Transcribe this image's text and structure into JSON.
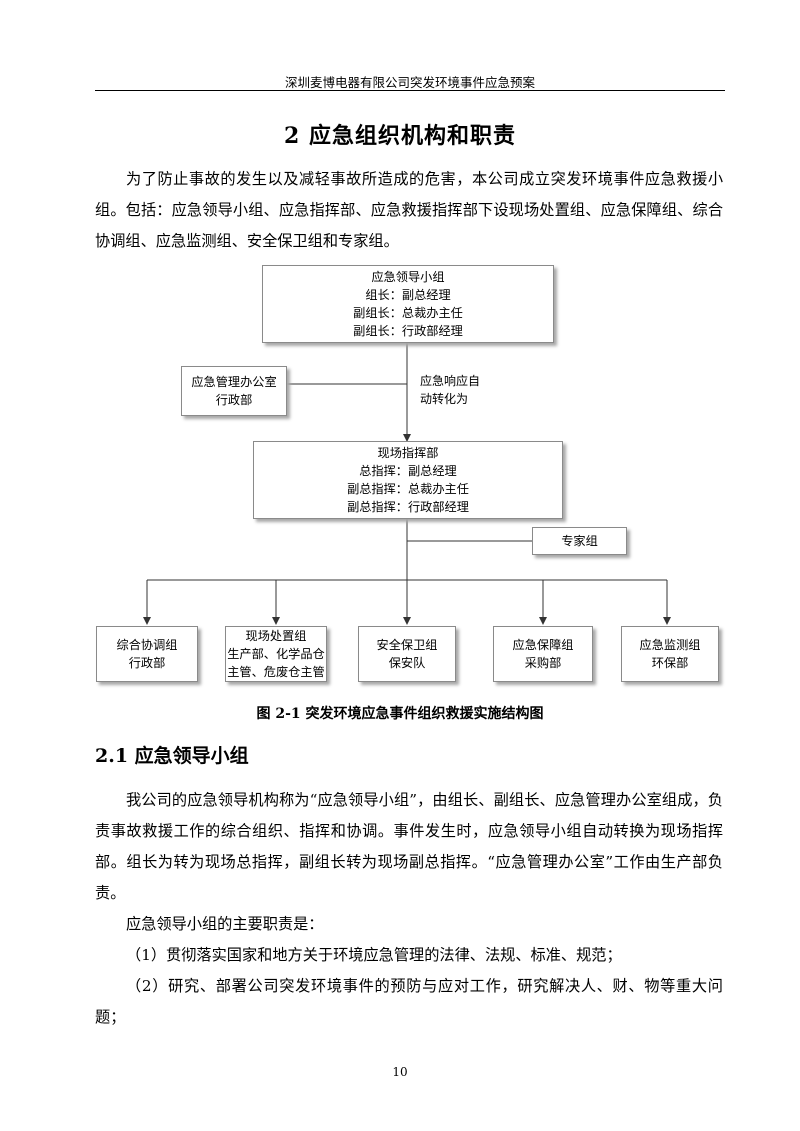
{
  "header": {
    "title": "深圳麦博电器有限公司突发环境事件应急预案"
  },
  "section": {
    "title": "2 应急组织机构和职责"
  },
  "intro": {
    "text": "为了防止事故的发生以及减轻事故所造成的危害，本公司成立突发环境事件应急救援小组。包括：应急领导小组、应急指挥部、应急救援指挥部下设现场处置组、应急保障组、综合协调组、应急监测组、安全保卫组和专家组。"
  },
  "diagram": {
    "leader": {
      "lines": [
        "应急领导小组",
        "组长：副总经理",
        "副组长：总裁办主任",
        "副组长：行政部经理"
      ]
    },
    "office": {
      "lines": [
        "应急管理办公室",
        "行政部"
      ]
    },
    "transition": {
      "lines": [
        "应急响应自",
        "动转化为"
      ]
    },
    "command": {
      "lines": [
        "现场指挥部",
        "总指挥：副总经理",
        "副总指挥：总裁办主任",
        "副总指挥：行政部经理"
      ]
    },
    "expert": {
      "lines": [
        "专家组"
      ]
    },
    "groups": [
      {
        "lines": [
          "综合协调组",
          "行政部"
        ]
      },
      {
        "lines": [
          "现场处置组",
          "生产部、化学品仓",
          "主管、危废仓主管"
        ]
      },
      {
        "lines": [
          "安全保卫组",
          "保安队"
        ]
      },
      {
        "lines": [
          "应急保障组",
          "采购部"
        ]
      },
      {
        "lines": [
          "应急监测组",
          "环保部"
        ]
      }
    ]
  },
  "figure": {
    "caption": "图 2-1  突发环境应急事件组织救援实施结构图"
  },
  "subsection": {
    "title": "2.1 应急领导小组"
  },
  "body": {
    "p1": "我公司的应急领导机构称为“应急领导小组”，由组长、副组长、应急管理办公室组成，负责事故救援工作的综合组织、指挥和协调。事件发生时，应急领导小组自动转换为现场指挥部。组长为转为现场总指挥，副组长转为现场副总指挥。“应急管理办公室”工作由生产部负责。",
    "p2": "应急领导小组的主要职责是：",
    "p3": "（1）贯彻落实国家和地方关于环境应急管理的法律、法规、标准、规范；",
    "p4": "（2）研究、部署公司突发环境事件的预防与应对工作，研究解决人、财、物等重大问题；"
  },
  "footer": {
    "page_number": "10"
  }
}
